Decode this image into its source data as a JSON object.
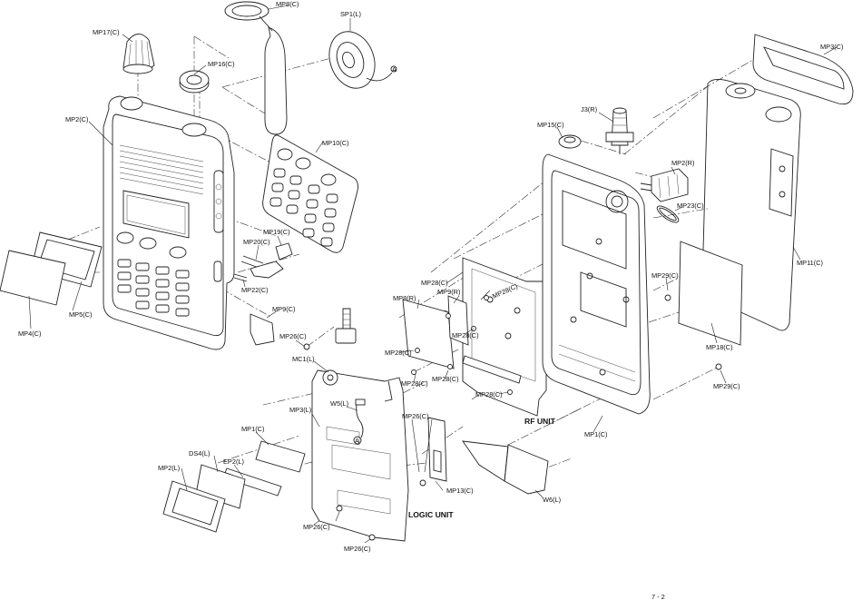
{
  "labels": {
    "mp8c": "MP8(C)",
    "sp1l": "SP1(L)",
    "mp17c": "MP17(C)",
    "mp16c": "MP16(C)",
    "mp2c": "MP2(C)",
    "mp10c": "MP10(C)",
    "mp19c": "MP19(C)",
    "mp20c": "MP20(C)",
    "mp22c": "MP22(C)",
    "mp5c": "MP5(C)",
    "mp4c": "MP4(C)",
    "mp9c": "MP9(C)",
    "mp26c_a": "MP26(C)",
    "mc1l": "MC1(L)",
    "mp3l": "MP3(L)",
    "w5l": "W5(L)",
    "mp26c_b": "MP26(C)",
    "mp1c_left": "MP1(C)",
    "ds4l": "DS4(L)",
    "ep2l": "EP2(L)",
    "mp2l": "MP2(L)",
    "mp13c": "MP13(C)",
    "mp26c_c": "MP26(C)",
    "mp26c_d": "MP26(C)",
    "logic_unit": "LOGIC UNIT",
    "mp3c": "MP3(C)",
    "j3r": "J3(R)",
    "mp15c": "MP15(C)",
    "mp2r": "MP2(R)",
    "mp23c": "MP23(C)",
    "mp11c": "MP11(C)",
    "mp28c_a": "MP28(C)",
    "mp9r": "MP9(R)",
    "mp28c_b": "MP28(C)",
    "mp8r": "MP8(R)",
    "mp28c_c": "MP28(C)",
    "mp28c_d": "MP28(C)",
    "mp28c_e": "MP28(C)",
    "mp28c_f": "MP28(C)",
    "mp28c_g": "MP28(C)",
    "mp29c_a": "MP29(C)",
    "mp18c": "MP18(C)",
    "mp29c_b": "MP29(C)",
    "rf_unit": "RF UNIT",
    "mp1c_right": "MP1(C)",
    "w6l": "W6(L)",
    "connector_a1": "A",
    "connector_a2": "A"
  },
  "page_number": "7 - 2"
}
